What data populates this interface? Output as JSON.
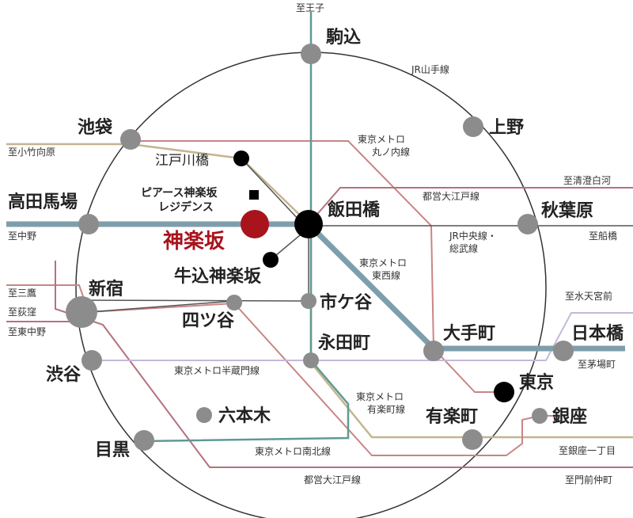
{
  "map": {
    "highlight": {
      "name": "神楽坂",
      "property_name_line1": "ピアース神楽坂",
      "property_name_line2": "レジデンス",
      "color": "#a8131c"
    },
    "stations": {
      "komagome": "駒込",
      "ikebukuro": "池袋",
      "ueno": "上野",
      "edogawabashi": "江戸川橋",
      "takadanobaba": "高田馬場",
      "iidabashi": "飯田橋",
      "akihabara": "秋葉原",
      "ushigome_kagurazaka": "牛込神楽坂",
      "shinjuku": "新宿",
      "yotsuya": "四ツ谷",
      "ichigaya": "市ケ谷",
      "otemachi": "大手町",
      "nihonbashi": "日本橋",
      "nagatacho": "永田町",
      "shibuya": "渋谷",
      "tokyo": "東京",
      "ginza": "銀座",
      "roppongi": "六本木",
      "yurakucho": "有楽町",
      "meguro": "目黒"
    },
    "lines": {
      "jr_yamanote": "JR山手線",
      "marunouchi_l1": "東京メトロ",
      "marunouchi_l2": "丸ノ内線",
      "oedo_top": "都営大江戸線",
      "jr_chuo_l1": "JR中央線・",
      "jr_chuo_l2": "総武線",
      "tozai_l1": "東京メトロ",
      "tozai_l2": "東西線",
      "hanzomon": "東京メトロ半蔵門線",
      "yurakucho_l1": "東京メトロ",
      "yurakucho_l2": "有楽町線",
      "namboku": "東京メトロ南北線",
      "oedo_bottom": "都営大江戸線"
    },
    "destinations": {
      "oji": "至王子",
      "kotake_mukaihara": "至小竹向原",
      "kiyosumi_shirakawa": "至清澄白河",
      "nakano": "至中野",
      "funabashi": "至船橋",
      "mitaka": "至三鷹",
      "ogikubo": "至荻窪",
      "higashi_nakano": "至東中野",
      "suitengumae": "至水天宮前",
      "kayabacho": "至茅場町",
      "ginza_itchome": "至銀座一丁目",
      "monzen_nakacho": "至門前仲町"
    },
    "colors": {
      "yamanote": "#333333",
      "tozai": "#7f9eab",
      "namboku": "#5f9a93",
      "marunouchi": "#c98585",
      "oedo": "#b5717e",
      "yurakucho": "#c4b58f",
      "hanzomon": "#c5b8d8",
      "chuo": "#555555",
      "station": "#8c8c8c",
      "major_station": "#000000"
    }
  }
}
